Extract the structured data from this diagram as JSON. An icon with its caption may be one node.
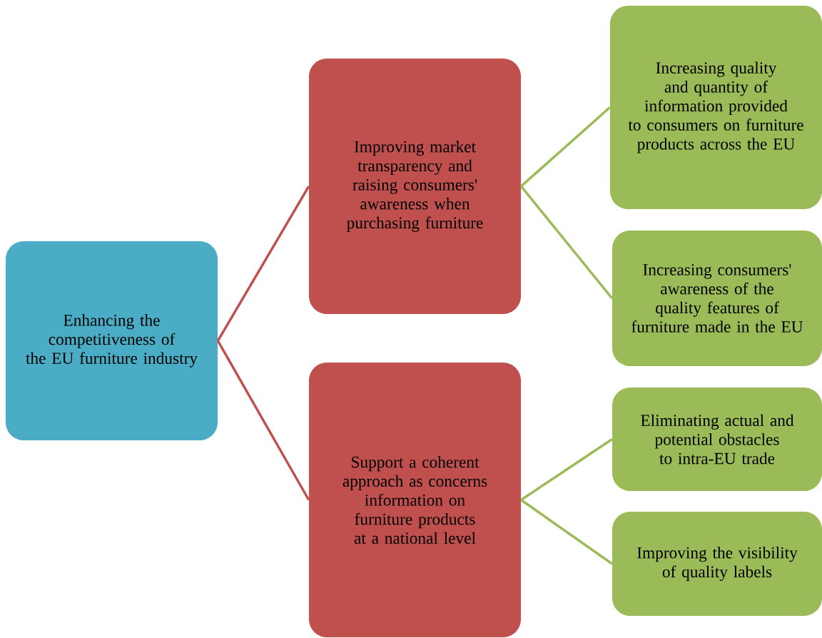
{
  "diagram": {
    "nodes": [
      {
        "text": [
          "Enhancing the competitiveness of the EU furniture industry"
        ]
      },
      {
        "text": [
          "Improving market transparency and raising consumers' awareness when purchasing furniture"
        ]
      },
      {
        "text": [
          "Support a coherent approach as concerns information on furniture products at a national level"
        ]
      },
      {
        "text": [
          "Increasing quality and quantity of information provided to consumers on furniture products across the EU"
        ]
      },
      {
        "text": [
          "Increasing consumers' awareness of the quality features of furniture made in the EU"
        ]
      },
      {
        "text": [
          "Eliminating actual and potential obstacles to intra-EU trade"
        ]
      },
      {
        "text": [
          "Improving the visibility of quality labels"
        ]
      }
    ],
    "edges": [
      {
        "from": 0,
        "to": 1,
        "arrow": "none",
        "color": "#c0504d"
      },
      {
        "from": 0,
        "to": 2,
        "arrow": "none",
        "color": "#c0504d"
      },
      {
        "from": 1,
        "to": 3,
        "arrow": "none"
      },
      {
        "from": 1,
        "to": 4,
        "arrow": "none"
      },
      {
        "from": 2,
        "to": 5,
        "arrow": "none"
      },
      {
        "from": 2,
        "to": 6,
        "arrow": "none"
      }
    ]
  }
}
